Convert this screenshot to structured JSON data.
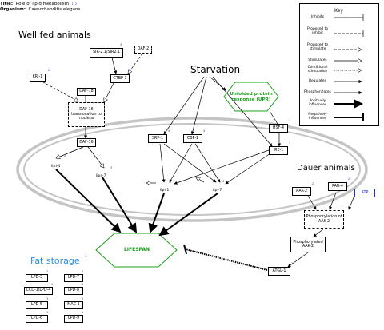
{
  "header": {
    "title_label": "Title:",
    "title_value": "Role of lipid metabolism",
    "title_refs": "1, 2",
    "organism_label": "Organism:",
    "organism_value": "Caenorhabditis elegans"
  },
  "sections": {
    "well_fed": "Well fed animals",
    "starvation": "Starvation",
    "dauer": "Dauer animals",
    "fat_storage": "Fat storage",
    "fat_storage_ref": "1"
  },
  "nodes": {
    "sir": "SIR-2.1/SIR2.1",
    "sir_ref": "3",
    "daf2": "DAF-2",
    "kri1": "KRI-1",
    "kri1_ref": "2",
    "ctbp1": "CTBP-1",
    "ctbp1_ref": "3",
    "daf18": "DAF-18",
    "daf16_trans": "DAF-16 translocation to nucleus",
    "daf16": "DAF-16",
    "lipl4": "lipl-4",
    "lipl4_ref": "2",
    "lips7": "lips-7",
    "lips7_ref": "3",
    "srp1": "SRP-1",
    "srp1_ref": "4",
    "cbp1": "CBP-1",
    "cbp1_ref": "4",
    "lipl1": "lipl-1",
    "lipl1_ref": "2",
    "lipl7": "lipl-7",
    "lipl7_ref": "4",
    "upr": "Unfolded protein response (UPR)",
    "hsf4": "HSF-4",
    "hsf4_ref": "3",
    "ire1": "IRE-1",
    "ire1_ref": "3",
    "lifespan": "LIFESPAN",
    "aak2": "AAK-2",
    "aak2_ref": "2",
    "par4": "PAR-4",
    "par4_ref": "2",
    "atp": "ATP",
    "phos_of_aak2": "Phosphorylation of AAK-2",
    "phos_aak2": "Phosphorylated AAK-2",
    "atgl1": "ATGL-1",
    "atgl1_ref": "2"
  },
  "fat_storage_genes": [
    {
      "name": "LPD-3",
      "ref": "1"
    },
    {
      "name": "LPD-7",
      "ref": "1"
    },
    {
      "name": "CCD-1/LPD-4",
      "ref": "1"
    },
    {
      "name": "LPD-8",
      "ref": "1"
    },
    {
      "name": "LPD-5",
      "ref": "1"
    },
    {
      "name": "MAC-1",
      "ref": "1"
    },
    {
      "name": "LPD-6",
      "ref": "1"
    },
    {
      "name": "LPD-9",
      "ref": "1"
    }
  ],
  "key": {
    "title": "Key",
    "items": [
      "Inhibits",
      "Proposed to inhibit",
      "Proposed to stimulate",
      "Stimulates",
      "Conditional stimulation",
      "Regulates",
      "Phosphorylates",
      "Positively influences",
      "Negatively influences"
    ]
  },
  "colors": {
    "green": "#1aa01a",
    "blue_ref": "#2a2acc",
    "section_blue": "#2b8fe0"
  }
}
